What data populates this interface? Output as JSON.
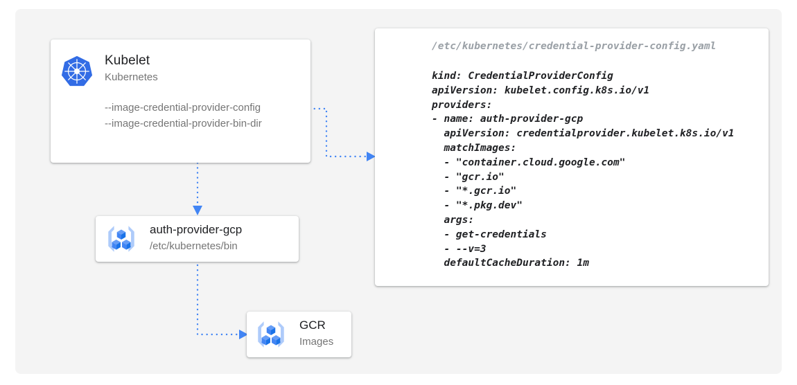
{
  "theme": {
    "canvas_bg": "#f4f4f4",
    "card_bg": "#ffffff",
    "accent_blue": "#4285f4",
    "icon_blue": "#3367d6",
    "text_primary": "#202124",
    "text_secondary": "#757575",
    "connector_blue": "#4285f4"
  },
  "kubelet": {
    "icon": "kubernetes-logo-icon",
    "title": "Kubelet",
    "subtitle": "Kubernetes",
    "flags": [
      "--image-credential-provider-config",
      "--image-credential-provider-bin-dir"
    ]
  },
  "provider": {
    "icon": "gcp-container-registry-icon",
    "title": "auth-provider-gcp",
    "subtitle": "/etc/kubernetes/bin"
  },
  "gcr": {
    "icon": "gcp-container-registry-icon",
    "title": "GCR",
    "subtitle": "Images"
  },
  "yaml": {
    "path": "/etc/kubernetes/credential-provider-config.yaml",
    "content": "kind: CredentialProviderConfig\napiVersion: kubelet.config.k8s.io/v1\nproviders:\n- name: auth-provider-gcp\n  apiVersion: credentialprovider.kubelet.k8s.io/v1\n  matchImages:\n  - \"container.cloud.google.com\"\n  - \"gcr.io\"\n  - \"*.gcr.io\"\n  - \"*.pkg.dev\"\n  args:\n  - get-credentials\n  - --v=3\n  defaultCacheDuration: 1m"
  },
  "connectors": [
    {
      "name": "kubelet-config-to-yaml",
      "from": "kubelet-flag-config",
      "to": "yaml-card",
      "style": "dotted-blue-arrow"
    },
    {
      "name": "kubelet-to-auth-provider",
      "from": "kubelet-card",
      "to": "provider-card",
      "style": "dotted-blue-arrow"
    },
    {
      "name": "auth-provider-to-gcr",
      "from": "provider-card",
      "to": "gcr-card",
      "style": "dotted-blue-arrow"
    }
  ]
}
